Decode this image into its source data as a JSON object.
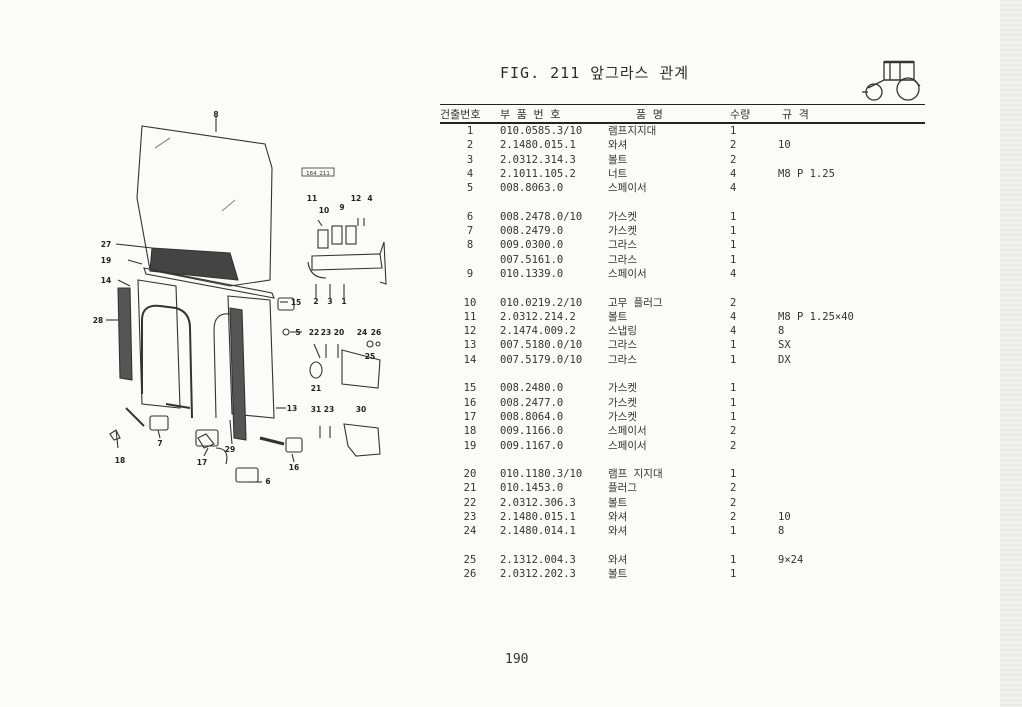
{
  "page": {
    "title": "FIG. 211 앞그라스 관계",
    "page_number": "190"
  },
  "table": {
    "headers": {
      "no": "건출번호",
      "part_no": "부 품 번 호",
      "name": "품          명",
      "qty": "수량",
      "spec": "규          격"
    },
    "rows": [
      {
        "no": "1",
        "part_no": "010.0585.3/10",
        "name": "램프지지대",
        "qty": "1",
        "spec": ""
      },
      {
        "no": "2",
        "part_no": "2.1480.015.1",
        "name": "와셔",
        "qty": "2",
        "spec": "10"
      },
      {
        "no": "3",
        "part_no": "2.0312.314.3",
        "name": "볼트",
        "qty": "2",
        "spec": ""
      },
      {
        "no": "4",
        "part_no": "2.1011.105.2",
        "name": "너트",
        "qty": "4",
        "spec": "M8 P 1.25"
      },
      {
        "no": "5",
        "part_no": "008.8063.0",
        "name": "스페이서",
        "qty": "4",
        "spec": ""
      },
      {
        "gap": true
      },
      {
        "no": "6",
        "part_no": "008.2478.0/10",
        "name": "가스켓",
        "qty": "1",
        "spec": ""
      },
      {
        "no": "7",
        "part_no": "008.2479.0",
        "name": "가스켓",
        "qty": "1",
        "spec": ""
      },
      {
        "no": "8",
        "part_no": "009.0300.0",
        "name": "그라스",
        "qty": "1",
        "spec": ""
      },
      {
        "no": "",
        "part_no": "007.5161.0",
        "name": "그라스",
        "qty": "1",
        "spec": ""
      },
      {
        "no": "9",
        "part_no": "010.1339.0",
        "name": "스페이서",
        "qty": "4",
        "spec": ""
      },
      {
        "gap": true
      },
      {
        "no": "10",
        "part_no": "010.0219.2/10",
        "name": "고무 플러그",
        "qty": "2",
        "spec": ""
      },
      {
        "no": "11",
        "part_no": "2.0312.214.2",
        "name": "볼트",
        "qty": "4",
        "spec": "M8 P 1.25×40"
      },
      {
        "no": "12",
        "part_no": "2.1474.009.2",
        "name": "스냅링",
        "qty": "4",
        "spec": "8"
      },
      {
        "no": "13",
        "part_no": "007.5180.0/10",
        "name": "그라스",
        "qty": "1",
        "spec": "SX"
      },
      {
        "no": "14",
        "part_no": "007.5179.0/10",
        "name": "그라스",
        "qty": "1",
        "spec": "DX"
      },
      {
        "gap": true
      },
      {
        "no": "15",
        "part_no": "008.2480.0",
        "name": "가스켓",
        "qty": "1",
        "spec": ""
      },
      {
        "no": "16",
        "part_no": "008.2477.0",
        "name": "가스켓",
        "qty": "1",
        "spec": ""
      },
      {
        "no": "17",
        "part_no": "008.8064.0",
        "name": "가스켓",
        "qty": "1",
        "spec": ""
      },
      {
        "no": "18",
        "part_no": "009.1166.0",
        "name": "스페이서",
        "qty": "2",
        "spec": ""
      },
      {
        "no": "19",
        "part_no": "009.1167.0",
        "name": "스페이서",
        "qty": "2",
        "spec": ""
      },
      {
        "gap": true
      },
      {
        "no": "20",
        "part_no": "010.1180.3/10",
        "name": "램프 지지대",
        "qty": "1",
        "spec": ""
      },
      {
        "no": "21",
        "part_no": "010.1453.0",
        "name": "플러그",
        "qty": "2",
        "spec": ""
      },
      {
        "no": "22",
        "part_no": "2.0312.306.3",
        "name": "볼트",
        "qty": "2",
        "spec": ""
      },
      {
        "no": "23",
        "part_no": "2.1480.015.1",
        "name": "와셔",
        "qty": "2",
        "spec": "10"
      },
      {
        "no": "24",
        "part_no": "2.1480.014.1",
        "name": "와셔",
        "qty": "1",
        "spec": "8"
      },
      {
        "gap": true
      },
      {
        "no": "25",
        "part_no": "2.1312.004.3",
        "name": "와셔",
        "qty": "1",
        "spec": "9×24"
      },
      {
        "no": "26",
        "part_no": "2.0312.202.3",
        "name": "볼트",
        "qty": "1",
        "spec": ""
      }
    ]
  },
  "diagram": {
    "ref_code": "164_211",
    "callouts": {
      "c8": "8",
      "c11": "11",
      "c10": "10",
      "c9": "9",
      "c12": "12",
      "c4": "4",
      "c27": "27",
      "c19": "19",
      "c14": "14",
      "c28": "28",
      "c2": "2",
      "c3": "3",
      "c1": "1",
      "c15": "15",
      "c5": "5",
      "c22": "22",
      "c23": "23",
      "c20": "20",
      "c24": "24",
      "c26": "26",
      "c25": "25",
      "c21": "21",
      "c13": "13",
      "c31": "31",
      "c23b": "23",
      "c30": "30",
      "c7": "7",
      "c18": "18",
      "c17": "17",
      "c29": "29",
      "c16": "16",
      "c6": "6"
    }
  }
}
